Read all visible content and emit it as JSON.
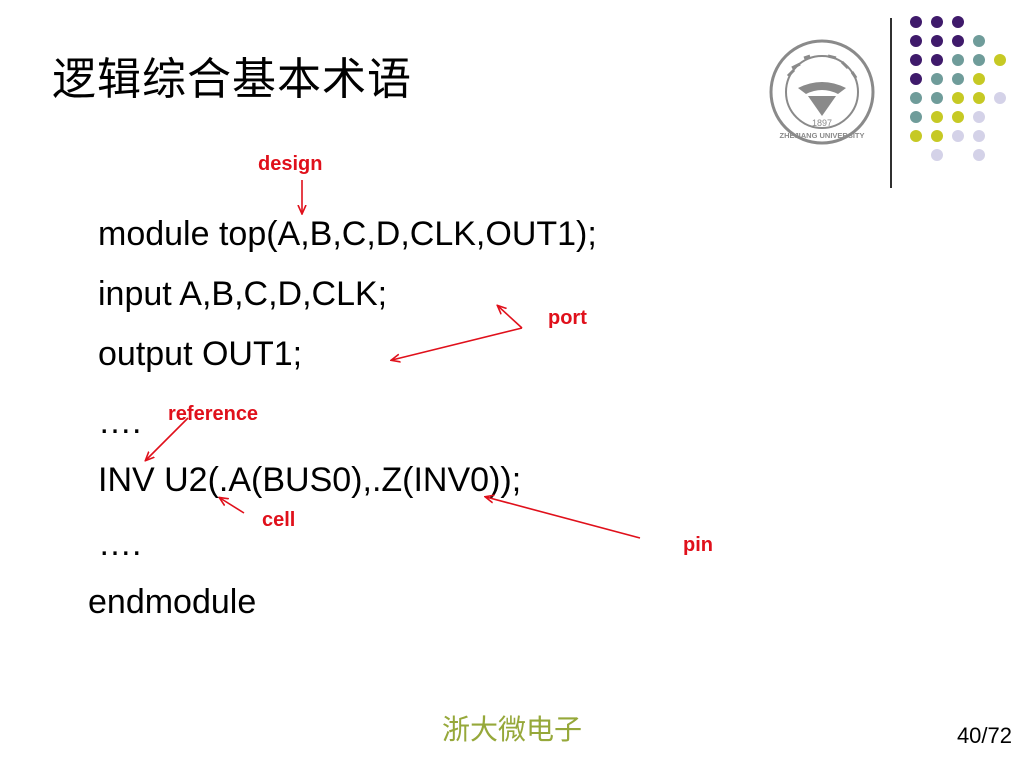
{
  "title": "逻辑综合基本术语",
  "code_lines": [
    "module top(A,B,C,D,CLK,OUT1);",
    "input A,B,C,D,CLK;",
    "output OUT1;",
    "….",
    "INV U2(.A(BUS0),.Z(INV0));",
    "….",
    "endmodule"
  ],
  "annotations": {
    "design": "design",
    "port": "port",
    "reference": "reference",
    "cell": "cell",
    "pin": "pin"
  },
  "logo": {
    "year": "1897",
    "name": "ZHEJIANG UNIVERSITY"
  },
  "footer": {
    "text": "浙大微电子",
    "page": "40/72"
  },
  "colors": {
    "annotation": "#e0101b",
    "footer": "#96a83a",
    "dot_purple": "#3f1a6b",
    "dot_teal": "#6f9c9a",
    "dot_yellow": "#c6c924",
    "dot_lavender": "#d4d2e8"
  }
}
